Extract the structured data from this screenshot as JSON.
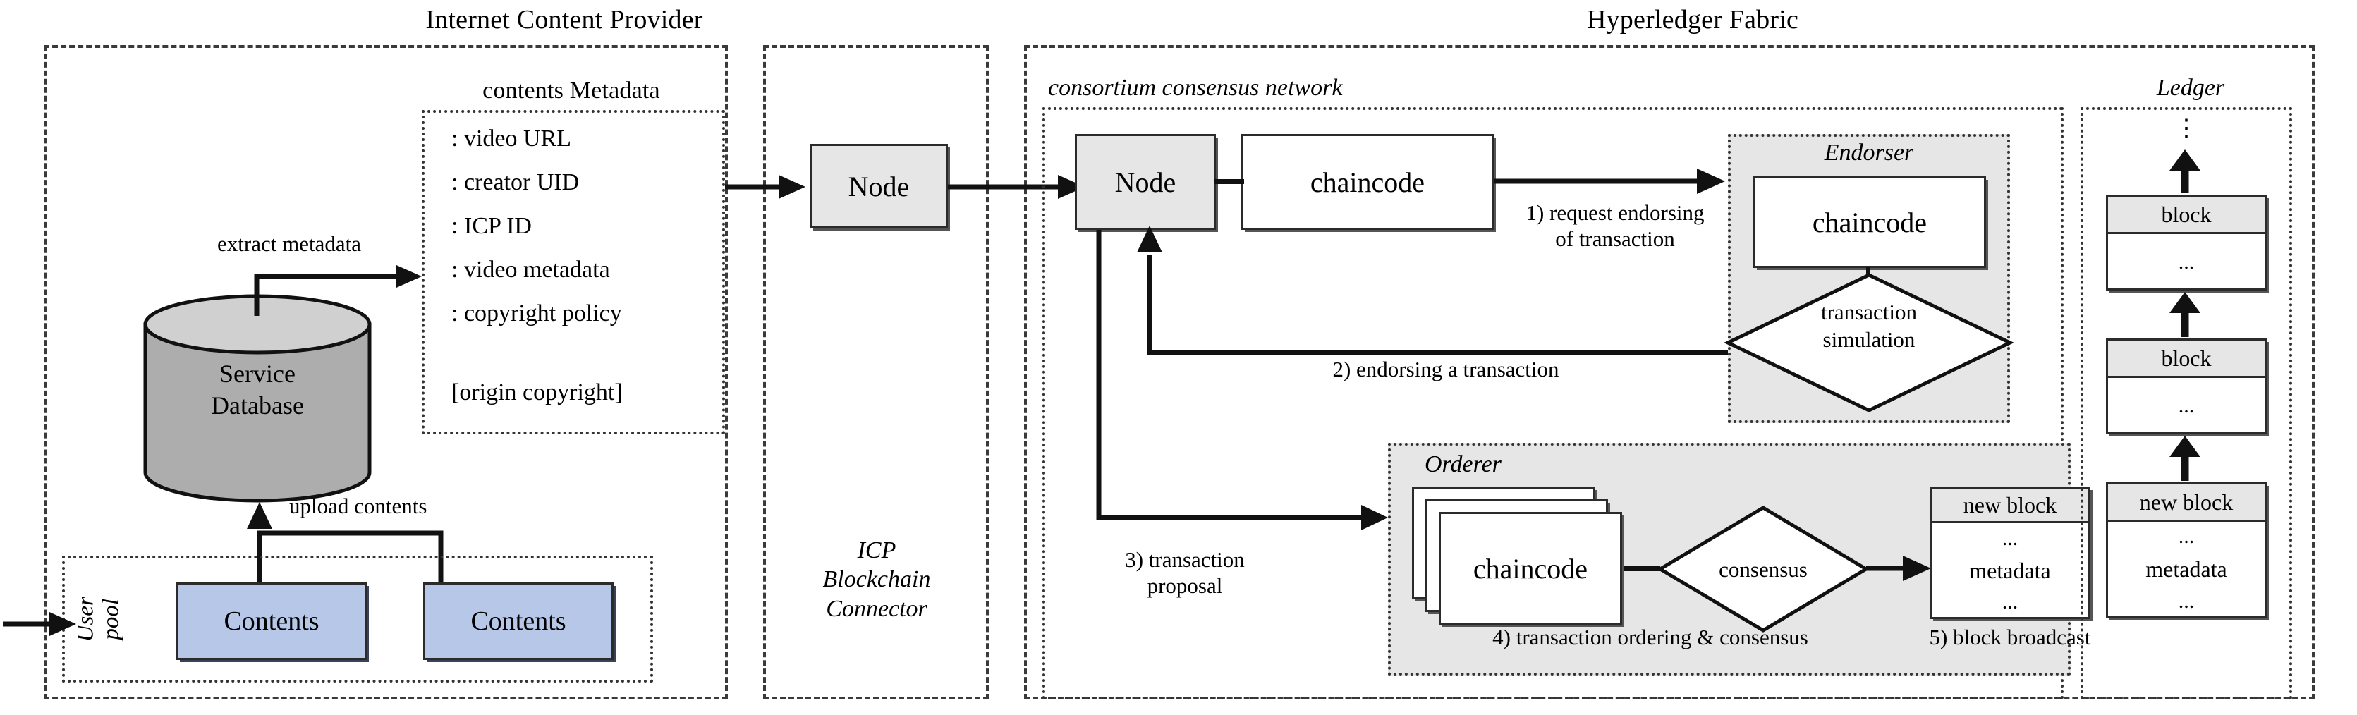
{
  "titles": {
    "icp": "Internet Content Provider",
    "fabric": "Hyperledger Fabric"
  },
  "icp": {
    "metadata_caption": "contents Metadata",
    "metadata_items": [
      ": video URL",
      ": creator UID",
      ": ICP ID",
      ": video metadata",
      ": copyright policy"
    ],
    "metadata_footer": "[origin copyright]",
    "database_label": "Service\nDatabase",
    "extract_label": "extract metadata",
    "upload_label": "upload contents",
    "user_pool_label": "User\npool",
    "contents_label_1": "Contents",
    "contents_label_2": "Contents"
  },
  "connector": {
    "node_label": "Node",
    "caption": "ICP\nBlockchain\nConnector"
  },
  "fabric": {
    "network_caption": "consortium consensus network",
    "node_label": "Node",
    "chaincode_label": "chaincode",
    "step1": "1) request endorsing\nof transaction",
    "step2": "2) endorsing a transaction",
    "step3": "3) transaction\nproposal",
    "step4": "4) transaction ordering & consensus",
    "step5": "5) block broadcast",
    "endorser": {
      "caption": "Endorser",
      "chaincode_label": "chaincode",
      "diamond_label": "transaction\nsimulation"
    },
    "orderer": {
      "caption": "Orderer",
      "chaincode_label": "chaincode",
      "diamond_label": "consensus",
      "new_block": {
        "header": "new block",
        "rows": [
          "...",
          "metadata",
          "..."
        ]
      }
    }
  },
  "ledger": {
    "caption": "Ledger",
    "top_ellipsis": "⋮",
    "blocks": [
      {
        "header": "block",
        "rows": [
          "..."
        ]
      },
      {
        "header": "block",
        "rows": [
          "..."
        ]
      },
      {
        "header": "new block",
        "rows": [
          "...",
          "metadata",
          "..."
        ]
      }
    ]
  },
  "colors": {
    "gray_fill": "#e6e6e6",
    "blue_fill": "#b6c7e8",
    "stroke": "#2b2b2b"
  }
}
